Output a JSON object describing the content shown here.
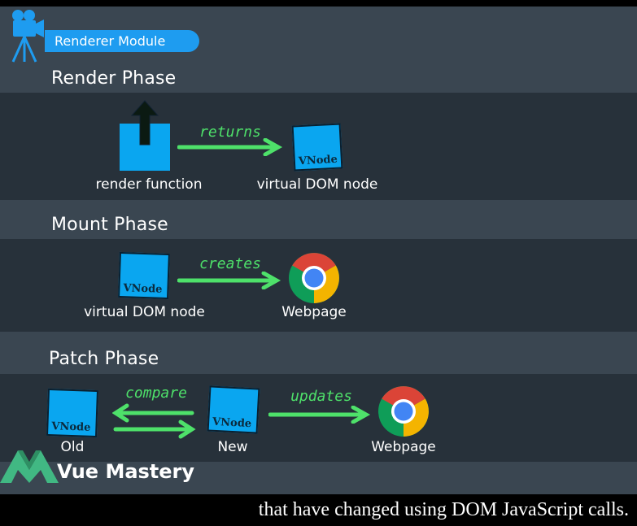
{
  "header": {
    "module_label": "Renderer Module"
  },
  "render_phase": {
    "title": "Render Phase",
    "source_label": "render function",
    "arrow_label": "returns",
    "target_label": "virtual DOM node",
    "vnode_text": "VNode"
  },
  "mount_phase": {
    "title": "Mount Phase",
    "source_label": "virtual DOM node",
    "arrow_label": "creates",
    "target_label": "Webpage",
    "vnode_text": "VNode"
  },
  "patch_phase": {
    "title": "Patch Phase",
    "old_label": "Old",
    "compare_label": "compare",
    "new_label": "New",
    "updates_label": "updates",
    "target_label": "Webpage",
    "vnode_text": "VNode"
  },
  "brand": {
    "name": "Vue Mastery"
  },
  "caption": {
    "text": "that have changed using DOM JavaScript calls."
  },
  "colors": {
    "vnode_blue": "#0aa6f0",
    "arrow_green": "#4ee16a",
    "band_light": "#3a4651",
    "band_dark": "#27313a",
    "pill_blue": "#1e9cf0"
  }
}
